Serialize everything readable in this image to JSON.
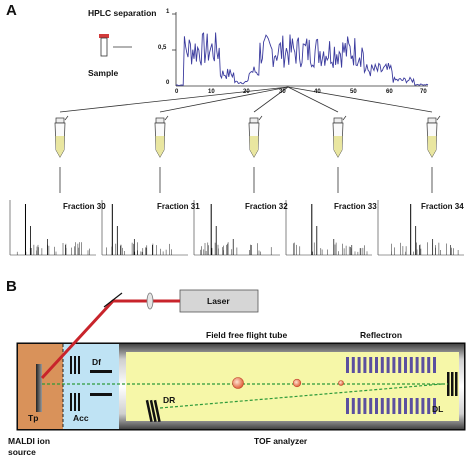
{
  "panel_a": {
    "letter": "A",
    "hplc_title": "HPLC separation",
    "sample_label": "Sample",
    "y_ticks": [
      "1",
      "0,5",
      "0"
    ],
    "x_ticks": [
      "0",
      "10",
      "20",
      "30",
      "40",
      "50",
      "60",
      "70"
    ],
    "fractions": [
      "Fraction 30",
      "Fraction 31",
      "Fraction 32",
      "Fraction 33",
      "Fraction 34"
    ]
  },
  "panel_b": {
    "letter": "B",
    "laser": "Laser",
    "flight_tube": "Field free flight tube",
    "reflectron": "Reflectron",
    "tp": "Tp",
    "acc": "Acc",
    "df": "Df",
    "dr": "DR",
    "dl": "DL",
    "source_label_line1": "MALDI ion",
    "source_label_line2": "source",
    "tof_label": "TOF analyzer"
  },
  "colors": {
    "chromatogram": "#3b3b9e",
    "laser_beam": "#c8242b",
    "ion_path": "#2e9a3a",
    "tube_fill": "#f6f7a8",
    "source_fill": "#d9925a",
    "acc_fill": "#bfe3f4",
    "reflectron_bars": "#5b4fa0"
  }
}
